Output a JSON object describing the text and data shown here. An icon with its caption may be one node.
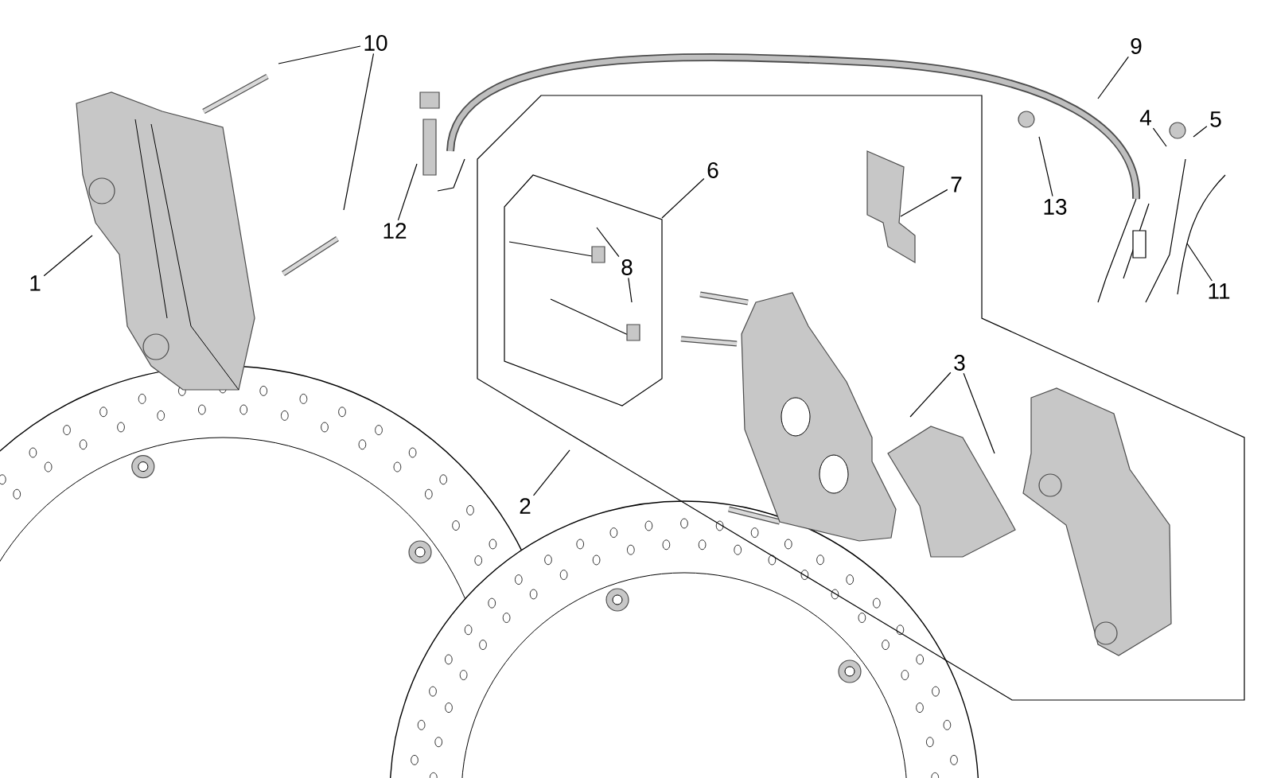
{
  "diagram": {
    "nodes": [
      {
        "text": [
          "10"
        ]
      },
      {
        "text": [
          "9"
        ]
      },
      {
        "text": [
          "5"
        ]
      },
      {
        "text": [
          "4"
        ]
      },
      {
        "text": [
          "6"
        ]
      },
      {
        "text": [
          "7"
        ]
      },
      {
        "text": [
          "12"
        ]
      },
      {
        "text": [
          "13"
        ]
      },
      {
        "text": [
          "1"
        ]
      },
      {
        "text": [
          "8"
        ]
      },
      {
        "text": [
          "11"
        ]
      },
      {
        "text": [
          "3"
        ]
      },
      {
        "text": [
          "2"
        ]
      }
    ],
    "edges": [
      {
        "from": 0,
        "to": null,
        "arrow": "none"
      },
      {
        "from": 0,
        "to": null,
        "arrow": "none"
      },
      {
        "from": 1,
        "to": null,
        "arrow": "none"
      },
      {
        "from": 2,
        "to": null,
        "arrow": "none"
      },
      {
        "from": 3,
        "to": null,
        "arrow": "none"
      },
      {
        "from": 4,
        "to": null,
        "arrow": "none"
      },
      {
        "from": 5,
        "to": null,
        "arrow": "none"
      },
      {
        "from": 6,
        "to": null,
        "arrow": "none"
      },
      {
        "from": 7,
        "to": null,
        "arrow": "none"
      },
      {
        "from": 8,
        "to": null,
        "arrow": "none"
      },
      {
        "from": 9,
        "to": null,
        "arrow": "none"
      },
      {
        "from": 9,
        "to": null,
        "arrow": "none"
      },
      {
        "from": 10,
        "to": null,
        "arrow": "none"
      },
      {
        "from": 11,
        "to": null,
        "arrow": "none"
      },
      {
        "from": 11,
        "to": null,
        "arrow": "none"
      },
      {
        "from": 12,
        "to": null,
        "arrow": "none"
      }
    ]
  }
}
